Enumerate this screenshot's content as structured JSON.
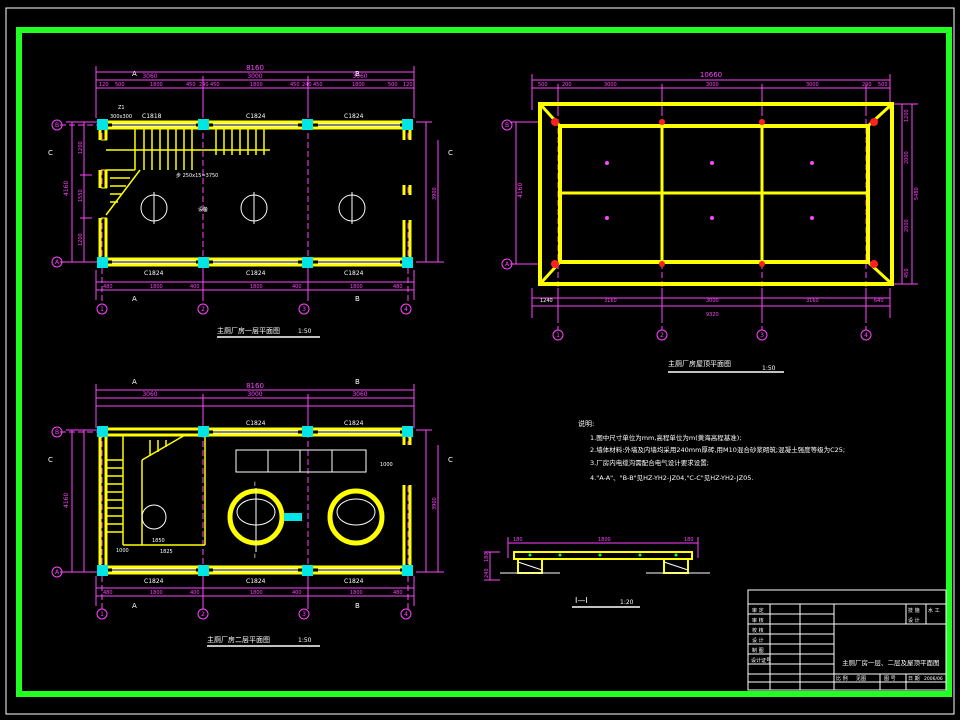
{
  "drawing": {
    "plan1": {
      "title": "主厕厂房一层平面图",
      "scale": "1:50",
      "overall_width": "8160",
      "top_spans": [
        "3060",
        "3000",
        "3060"
      ],
      "top_details": [
        "120",
        "500",
        "1800",
        "450",
        "240",
        "450",
        "1800",
        "450",
        "240",
        "450",
        "1800",
        "500",
        "120"
      ],
      "bottom_details": [
        "480",
        "1800",
        "400",
        "1800",
        "400",
        "1800",
        "480"
      ],
      "overall_depth": "4160",
      "left_dims": [
        "1200",
        "1550",
        "1200"
      ],
      "right_dims": [
        "3900"
      ],
      "window_labels": [
        "C1818",
        "C1824",
        "C1824",
        "C1824",
        "C1824",
        "C1824"
      ],
      "column_tag": "Z1",
      "beam_tag": "300x300",
      "stair_note": "步 250x15=3750",
      "section_mark": "C",
      "axis_letters": [
        "A",
        "B"
      ],
      "equipment_label": "设备"
    },
    "plan2": {
      "title": "主厕厂房二层平面图",
      "scale": "1:50",
      "overall_width": "8160",
      "top_spans": [
        "3060",
        "3000",
        "3060"
      ],
      "bottom_details": [
        "480",
        "1800",
        "400",
        "1800",
        "400",
        "1800",
        "480"
      ],
      "overall_depth": "4160",
      "right_dims": [
        "3900"
      ],
      "window_labels": [
        "C1824",
        "C1824",
        "C1824",
        "C1824",
        "C1824"
      ],
      "stair_dims": [
        "1000",
        "1850",
        "1825"
      ],
      "side_dim": "1000",
      "section_mark": "C",
      "section_cut": "I",
      "axis_letters": [
        "A",
        "B"
      ]
    },
    "roof": {
      "title": "主厕厂房屋顶平面图",
      "scale": "1:50",
      "overall_width": "10660",
      "top_dims": [
        "500",
        "200",
        "3000",
        "3000",
        "3000",
        "200",
        "500"
      ],
      "bottom_dims": [
        "1240",
        "3160",
        "3000",
        "3160",
        "640"
      ],
      "bottom_total": "9320",
      "left_dim": "4160",
      "right_dims": [
        "1200",
        "2000",
        "2000",
        "5480",
        "450"
      ]
    },
    "section": {
      "title": "I—I",
      "scale": "1:20",
      "dims": [
        "180",
        "1800",
        "180"
      ],
      "left_dims": [
        "180",
        "240"
      ]
    },
    "axis_numbers": [
      "1",
      "2",
      "3",
      "4"
    ],
    "axis_rows": [
      "B",
      "A"
    ],
    "notes": {
      "heading": "说明:",
      "items": [
        "1.图中尺寸单位为mm,高程单位为m(黄海高程基准);",
        "2.墙体材料:外墙及内墙均采用240mm厚砖,用M10混合砂浆砌筑;混凝土强度等级为C25;",
        "3.厂房内电缆沟需配合电气设计要求设置;",
        "4.\"A-A\"、\"B-B\"见HZ-YH2-JZ04,\"C-C\"见HZ-YH2-JZ05."
      ]
    },
    "title_block": {
      "rows_left": [
        "审 定",
        "审 核",
        "校 核",
        "设 计",
        "制 图",
        "设计证号"
      ],
      "rows_right": [
        "技 施",
        "设 计",
        "水 工"
      ],
      "drawing_name": "主厕厂房一层、二层及屋顶平面图",
      "bottom_labels": [
        "比 例",
        "图 号",
        "日 期"
      ],
      "bottom_values": [
        "见图",
        "",
        "2006/06"
      ]
    },
    "colors": {
      "background": "#000000",
      "frame": "#22ff22",
      "wall": "#ffff00",
      "dim": "#ff44ff",
      "column": "#00e5e5",
      "text": "#ffffff",
      "red": "#ff2020"
    }
  }
}
